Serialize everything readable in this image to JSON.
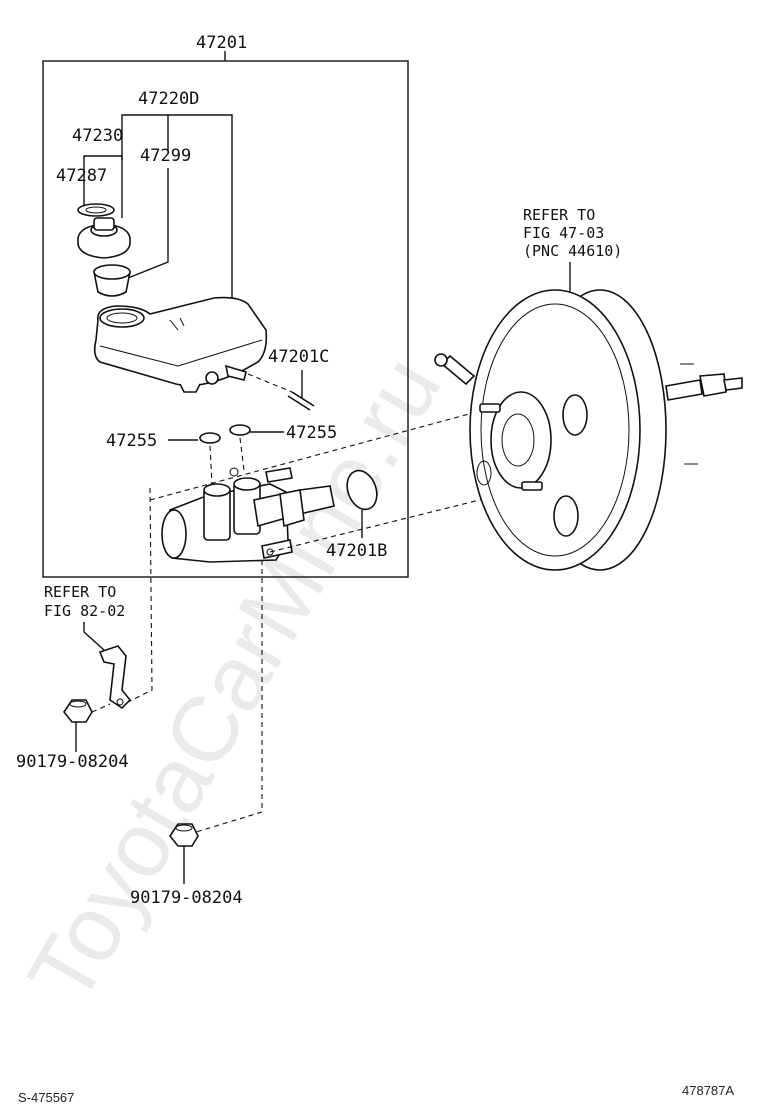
{
  "diagram": {
    "watermark": "ToyotaCarMine.ru",
    "labels": {
      "assembly": "47201",
      "reservoir_sub_assy": "47220D",
      "cap": "47230",
      "strainer": "47299",
      "gasket": "47287",
      "reservoir_part_c": "47201C",
      "grommet_left": "47255",
      "grommet_right": "47255",
      "oring": "47201B",
      "nut_upper": "90179-08204",
      "nut_lower": "90179-08204"
    },
    "refer_fig82": {
      "line1": "REFER TO",
      "line2": "FIG 82-02"
    },
    "refer_fig47": {
      "line1": "REFER TO",
      "line2": "FIG 47-03",
      "line3": "(PNC 44610)"
    },
    "footer": {
      "left_code": "S-475567",
      "right_code": "478787A"
    }
  }
}
